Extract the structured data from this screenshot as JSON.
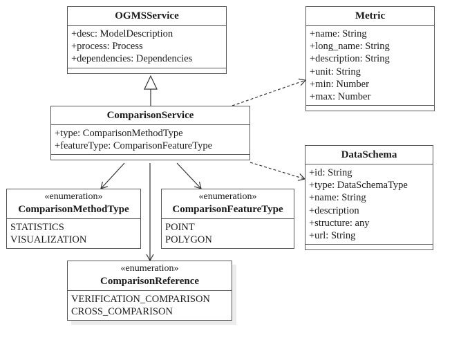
{
  "classes": {
    "ogms": {
      "name": "OGMSService",
      "attributes": [
        "+desc: ModelDescription",
        "+process: Process",
        "+dependencies: Dependencies"
      ]
    },
    "metric": {
      "name": "Metric",
      "attributes": [
        "+name: String",
        "+long_name: String",
        "+description: String",
        "+unit: String",
        "+min: Number",
        "+max: Number"
      ]
    },
    "comparison_service": {
      "name": "ComparisonService",
      "attributes": [
        "+type: ComparisonMethodType",
        "+featureType: ComparisonFeatureType"
      ]
    },
    "data_schema": {
      "name": "DataSchema",
      "attributes": [
        "+id: String",
        "+type: DataSchemaType",
        "+name: String",
        "+description",
        "+structure: any",
        "+url: String"
      ]
    },
    "method_type": {
      "stereotype": "«enumeration»",
      "name": "ComparisonMethodType",
      "literals": [
        "STATISTICS",
        "VISUALIZATION"
      ]
    },
    "feature_type": {
      "stereotype": "«enumeration»",
      "name": "ComparisonFeatureType",
      "literals": [
        "POINT",
        "POLYGON"
      ]
    },
    "reference": {
      "stereotype": "«enumeration»",
      "name": "ComparisonReference",
      "literals": [
        "VERIFICATION_COMPARISON",
        "CROSS_COMPARISON"
      ]
    }
  }
}
